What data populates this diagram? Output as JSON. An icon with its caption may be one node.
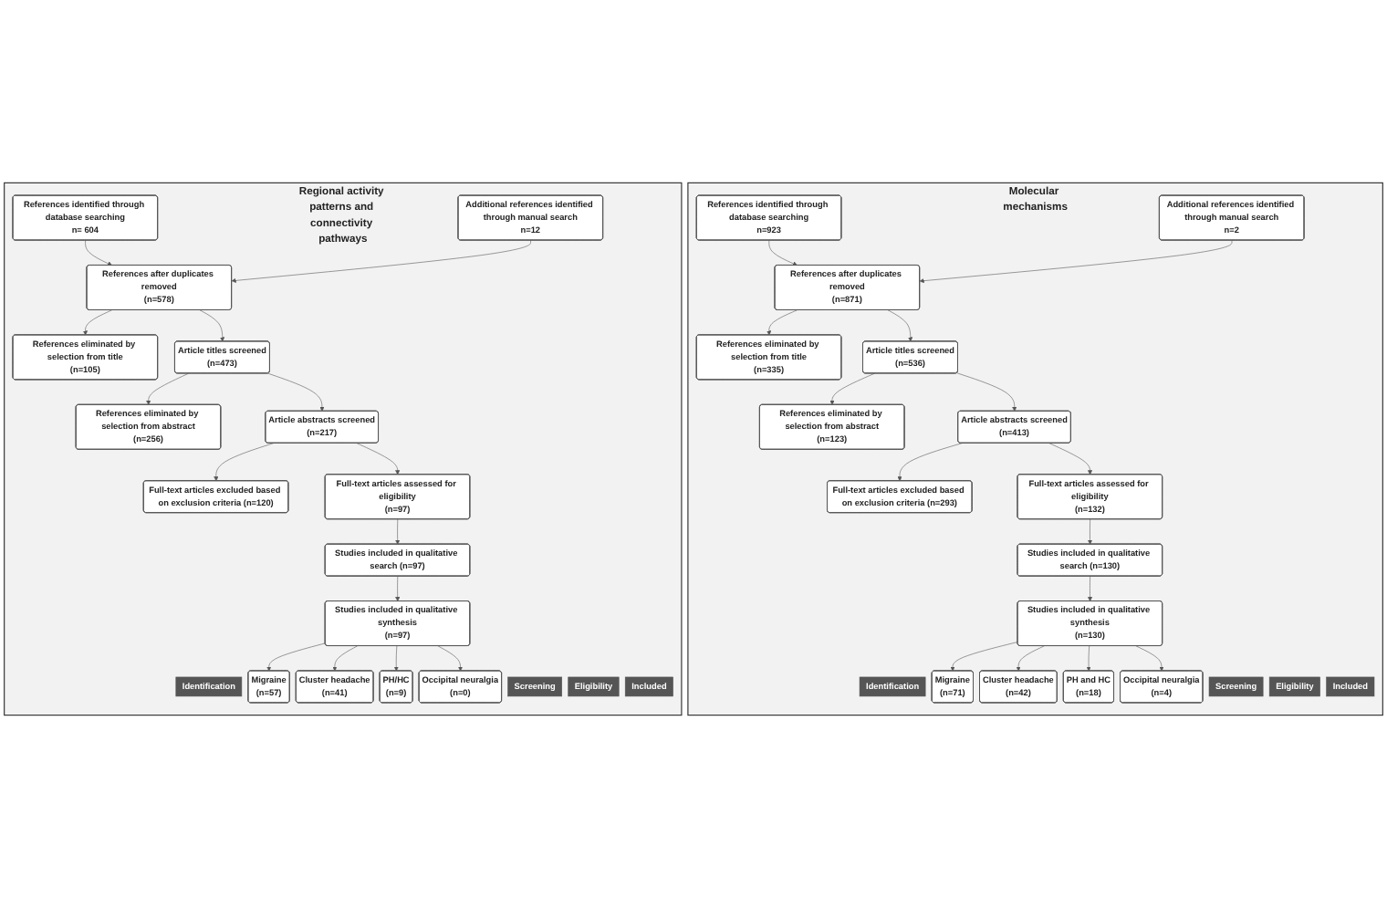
{
  "diagram": {
    "nodes": [
      {
        "text": [
          "Molecular mechanisms"
        ]
      },
      {
        "text": [
          "Identification"
        ],
        "in": 0
      },
      {
        "text": [
          "Screening"
        ],
        "in": 0
      },
      {
        "text": [
          "Eligibility"
        ],
        "in": 0
      },
      {
        "text": [
          "Included"
        ],
        "in": 0
      },
      {
        "text": [
          "References identified through database searching",
          "n=923"
        ],
        "in": 0
      },
      {
        "text": [
          "Additional references identified through manual search",
          "n=2"
        ],
        "in": 0
      },
      {
        "text": [
          "References after duplicates removed",
          "(n=871)"
        ],
        "in": 0
      },
      {
        "text": [
          "References eliminated by selection from title",
          "(n=335)"
        ],
        "in": 0
      },
      {
        "text": [
          "Article titles screened",
          "(n=536)"
        ],
        "in": 0
      },
      {
        "text": [
          "References eliminated by selection from abstract",
          "(n=123)"
        ],
        "in": 0
      },
      {
        "text": [
          "Article abstracts screened",
          "(n=413)"
        ],
        "in": 0
      },
      {
        "text": [
          "Full-text articles excluded based on exclusion criteria (n=293)"
        ],
        "in": 0
      },
      {
        "text": [
          "Full-text articles assessed for eligibility",
          "(n=132)"
        ],
        "in": 0
      },
      {
        "text": [
          "Studies included in qualitative search (n=130)"
        ],
        "in": 0
      },
      {
        "text": [
          "Studies included in qualitative synthesis",
          "(n=130)"
        ],
        "in": 0
      },
      {
        "text": [
          "Migraine",
          "(n=71)"
        ],
        "in": 0
      },
      {
        "text": [
          "Cluster headache",
          "(n=42)"
        ],
        "in": 0
      },
      {
        "text": [
          "PH and HC",
          "(n=18)"
        ],
        "in": 0
      },
      {
        "text": [
          "Occipital neuralgia",
          "(n=4)"
        ],
        "in": 0
      },
      {
        "text": [
          "Regional activity patterns and connectivity pathways"
        ]
      },
      {
        "text": [
          "Identification"
        ],
        "in": 20
      },
      {
        "text": [
          "Screening"
        ],
        "in": 20
      },
      {
        "text": [
          "Eligibility"
        ],
        "in": 20
      },
      {
        "text": [
          "Included"
        ],
        "in": 20
      },
      {
        "text": [
          "References identified through database searching",
          "n= 604"
        ],
        "in": 20
      },
      {
        "text": [
          "Additional references identified through manual search",
          "n=12"
        ],
        "in": 20
      },
      {
        "text": [
          "References after duplicates removed",
          "(n=578)"
        ],
        "in": 20
      },
      {
        "text": [
          "References eliminated by selection from title",
          "(n=105)"
        ],
        "in": 20
      },
      {
        "text": [
          "Article titles screened",
          "(n=473)"
        ],
        "in": 20
      },
      {
        "text": [
          "References eliminated by selection from abstract",
          "(n=256)"
        ],
        "in": 20
      },
      {
        "text": [
          "Article abstracts screened",
          "(n=217)"
        ],
        "in": 20
      },
      {
        "text": [
          "Full-text articles excluded based on exclusion criteria (n=120)"
        ],
        "in": 20
      },
      {
        "text": [
          "Full-text articles assessed for eligibility",
          "(n=97)"
        ],
        "in": 20
      },
      {
        "text": [
          "Studies included in qualitative search (n=97)"
        ],
        "in": 20
      },
      {
        "text": [
          "Studies included in qualitative synthesis",
          "(n=97)"
        ],
        "in": 20
      },
      {
        "text": [
          "Migraine",
          "(n=57)"
        ],
        "in": 20
      },
      {
        "text": [
          "Cluster headache",
          "(n=41)"
        ],
        "in": 20
      },
      {
        "text": [
          "PH/HC",
          "(n=9)"
        ],
        "in": 20
      },
      {
        "text": [
          "Occipital neuralgia",
          "(n=0)"
        ],
        "in": 20
      }
    ],
    "edges": [
      {
        "from": 5,
        "to": 7,
        "arrow": "to"
      },
      {
        "from": 6,
        "to": 7,
        "arrow": "to"
      },
      {
        "from": 7,
        "to": 8,
        "arrow": "to"
      },
      {
        "from": 7,
        "to": 9,
        "arrow": "to"
      },
      {
        "from": 9,
        "to": 10,
        "arrow": "to"
      },
      {
        "from": 9,
        "to": 11,
        "arrow": "to"
      },
      {
        "from": 11,
        "to": 12,
        "arrow": "to"
      },
      {
        "from": 11,
        "to": 13,
        "arrow": "to"
      },
      {
        "from": 13,
        "to": 14,
        "arrow": "to"
      },
      {
        "from": 14,
        "to": 15,
        "arrow": "to"
      },
      {
        "from": 15,
        "to": 16,
        "arrow": "to"
      },
      {
        "from": 15,
        "to": 17,
        "arrow": "to"
      },
      {
        "from": 15,
        "to": 18,
        "arrow": "to"
      },
      {
        "from": 15,
        "to": 19,
        "arrow": "to"
      },
      {
        "from": 25,
        "to": 27,
        "arrow": "to"
      },
      {
        "from": 26,
        "to": 27,
        "arrow": "to"
      },
      {
        "from": 27,
        "to": 28,
        "arrow": "to"
      },
      {
        "from": 27,
        "to": 29,
        "arrow": "to"
      },
      {
        "from": 29,
        "to": 30,
        "arrow": "to"
      },
      {
        "from": 29,
        "to": 31,
        "arrow": "to"
      },
      {
        "from": 31,
        "to": 32,
        "arrow": "to"
      },
      {
        "from": 31,
        "to": 33,
        "arrow": "to"
      },
      {
        "from": 33,
        "to": 34,
        "arrow": "to"
      },
      {
        "from": 34,
        "to": 35,
        "arrow": "to"
      },
      {
        "from": 35,
        "to": 36,
        "arrow": "to"
      },
      {
        "from": 35,
        "to": 37,
        "arrow": "to"
      },
      {
        "from": 35,
        "to": 38,
        "arrow": "to"
      },
      {
        "from": 35,
        "to": 39,
        "arrow": "to"
      }
    ]
  }
}
